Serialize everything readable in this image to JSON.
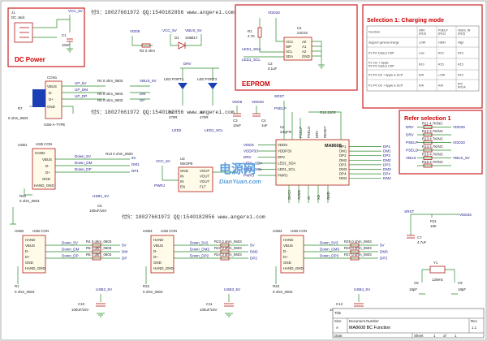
{
  "watermark_text": "付S：18027661972  QQ:1540182856  www.angerei.com",
  "sections": {
    "dc_power": "DC Power",
    "eeprom": "EEPROM",
    "selection1": "Selection 1: Charging mode",
    "refer_selection1": "Refer selection 1"
  },
  "parts": {
    "j1": "J1",
    "j1_desc": "DC Jack",
    "vcc_5v": "VCC_5V",
    "c1": "C1",
    "c1_val": "10uF",
    "vdd5": "VDD5",
    "d1": "D1",
    "d1_val": "1N5817",
    "vbus_5v": "VBUS_5V",
    "r_ohm": "R2  0 ohm",
    "vdd33": "VDD33",
    "r1": "R1",
    "r1_val": "4.7K",
    "u1": "U1",
    "u1_name": "24C02",
    "c2": "C2",
    "c2_val": "0.1uF",
    "led1_sda": "LED1_SDA",
    "led1_scl": "LED1_SCL",
    "con1": "CON1",
    "con1_type": "USB-A-TYPE",
    "r7": "R7",
    "r7_val": "0 ohm_0603",
    "drv": "DRV",
    "led_port1": "LED PORT1",
    "led_port2": "LED PORT2",
    "r8": "R8",
    "r8_val": "470R",
    "r9": "R9",
    "r9_val": "470R",
    "led2": "LED2",
    "led1_scl2": "LED1_SCL",
    "vdd33_2": "VDD33",
    "c3": "C3",
    "c3_val": "10uF",
    "c4": "C4",
    "c4_val": "1uF",
    "u2": "U2",
    "u2_pkg": "24QFN",
    "ma8608": "MA8608",
    "r10": "R10 220R",
    "u3": "U3",
    "u3_pkg": "MSOP8",
    "r20": "R20",
    "r20_val": "0 ohm_0603",
    "c6": "C6",
    "c6_val": "100uF/16V",
    "usb1_5v": "USB1_5V",
    "usb2": "USB2",
    "usb3": "USB3",
    "usb4": "USB4",
    "r1b": "R1",
    "r1b_val": "0 ohm_0603",
    "r32": "R32",
    "r32_val": "0 ohm_0603",
    "r33": "R33",
    "r33_val": "0 ohm_0603",
    "c10": "C10",
    "c10_val": "100uF/16V",
    "c11": "C11",
    "c11_val": "100uF/16V",
    "c12": "C12",
    "c12_val": "100uF/16V",
    "usb2_5v": "USB2_5V",
    "usb3_5v": "USB3_5V",
    "usb4_5v": "USB4_5V",
    "srst": "SRST",
    "r11": "R11",
    "r11_val": "10K",
    "c7": "C7",
    "c7_val": "4.7uF",
    "y1": "Y1",
    "y1_val": "12MHz",
    "c8": "C8",
    "c8_val": "18pF",
    "c9": "C9",
    "c9_val": "18pF",
    "vdd33_r": "VDD33",
    "vbus_5v_r": "VBUS_5V",
    "pselp": "PSELP",
    "pseld": "PSELD",
    "drv2": "DRV",
    "dp1": "DP1",
    "dm1": "DM1"
  },
  "usb_pins": {
    "vbus": "VBUS",
    "d_minus": "D-",
    "d_plus": "D+",
    "gnd": "GND",
    "usb_con": "USB CON",
    "hand": "HAND",
    "hand_gnd": "HAND_GND",
    "up_5v": "UP_5V",
    "up_dm": "UP_DM",
    "up_dp": "UP_DP",
    "down_5v": "Down_5V",
    "down_dm": "Down_DM",
    "down_dp": "Down_DP",
    "down_5v2": "Down_5V2",
    "down_dm2": "Down_DM2",
    "down_dp2": "Down_DP2",
    "down_5v3": "Down_5V3",
    "down_dm3": "Down_DM3",
    "down_dp3": "Down_DP3",
    "ms": "5V",
    "dm": "DM",
    "dp": "DP",
    "dm2": "DM2",
    "dp2": "DP2",
    "dm3": "DM3",
    "dp3": "DP3",
    "r4": "R4  0 ohm_0603",
    "r5": "R5  0 ohm_0603",
    "r6": "R6  0 ohm_0603",
    "r13": "R13  0 ohm_0603",
    "r15": "R15  0 ohm_0603",
    "r16": "R16  0 ohm_0603",
    "r22": "R22  0 ohm_0603",
    "r23": "R23  0 ohm_0603",
    "r24": "R24  0 ohm_0603",
    "r25": "R25  0 ohm_0603",
    "r26": "R26  0 ohm_0603",
    "r27": "R27  0 ohm_0603"
  },
  "chip_pins": {
    "left": [
      "VDDS",
      "VDDP33",
      "DRV",
      "LED1_SDA",
      "LED1_SCL",
      "PWRJ"
    ],
    "right": [
      "DP1",
      "DM1",
      "DP2",
      "DM2",
      "DP3",
      "DM3",
      "DP4",
      "DM4"
    ],
    "top": [
      "PSELP",
      "PSELD",
      "DRV",
      "RESET"
    ],
    "bottom": [
      "OVCJ",
      "AVDD",
      "XI",
      "XO",
      "GND"
    ]
  },
  "u3_pins": {
    "left": [
      "GND",
      "IN",
      "IN",
      "EN"
    ],
    "right": [
      "VOUT",
      "VOUT",
      "VOUT",
      "FLT"
    ]
  },
  "eeprom_pins": {
    "left": [
      "VCC",
      "WP",
      "SCL",
      "SDA"
    ],
    "right": [
      "A0",
      "A1",
      "A2",
      "GND"
    ]
  },
  "table": {
    "headers": [
      "Function",
      "DRV\n(R10)",
      "PSELP\n(R12)",
      "VBUS_IN\n(R15)"
    ],
    "rows": [
      [
        "Support general charge",
        "LOW",
        "HIGH",
        "High"
      ],
      [
        "P1-P4: Data & CDP",
        "Low",
        "R10",
        "R15"
      ],
      [
        "P1: DC + Apple\nP2-P4: Data & CDP",
        "R10",
        "R15",
        "R15"
      ],
      [
        "P1-P4: DC + Apple & DCP",
        "R/A",
        "LOW",
        "R15"
      ],
      [
        "P1-P4: DC + Apple & DCP",
        "R/A",
        "R/A",
        "R/C\nR/C/A"
      ]
    ]
  },
  "refer_nets": [
    {
      "net": "DRV",
      "res": "R11 4.7K/NC",
      "to": "VDD33"
    },
    {
      "net": "DRV",
      "res": "R12 4.7K/NC",
      "to": ""
    },
    {
      "net": "PSELP",
      "res": "R13 4.7K/NC",
      "to": "VDD33"
    },
    {
      "net": "PSELD",
      "res": "R14 4.7K/NC",
      "to": ""
    },
    {
      "net": "VBUS",
      "res": "R15 4.7K/NC",
      "to": "VBUS_5V"
    },
    {
      "net": "",
      "res": "R16 4.7K/NC",
      "to": ""
    }
  ],
  "title_block": {
    "title_label": "Title",
    "size_label": "Size",
    "number_label": "Document  Number",
    "rev_label": "Rev",
    "doc_title": "MA8608 BC Function",
    "rev": "1.1",
    "size": "A",
    "date_label": "Date:",
    "sheet_label": "Sheet",
    "sheet_num": "1",
    "of_label": "of",
    "sheet_total": "1"
  },
  "logo": {
    "text_cn": "电源网",
    "text_en": "DianYuan.com"
  }
}
